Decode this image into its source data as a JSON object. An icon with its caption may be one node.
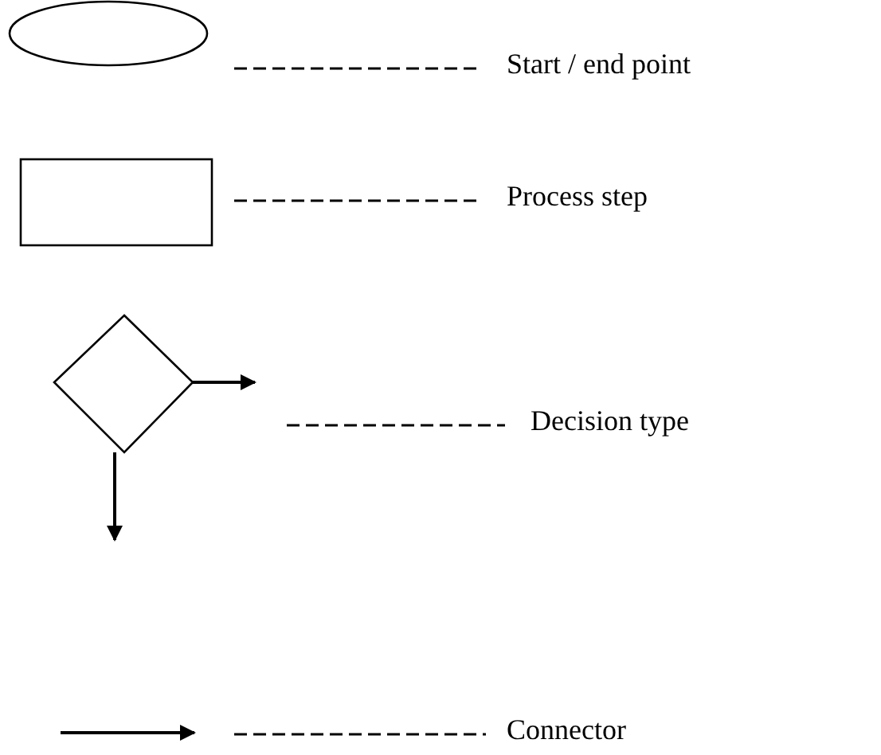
{
  "diagram": {
    "legend": [
      {
        "text": "Start / end point"
      },
      {
        "text": "Process step"
      },
      {
        "text": "Decision type"
      },
      {
        "text": "Connector"
      }
    ]
  }
}
